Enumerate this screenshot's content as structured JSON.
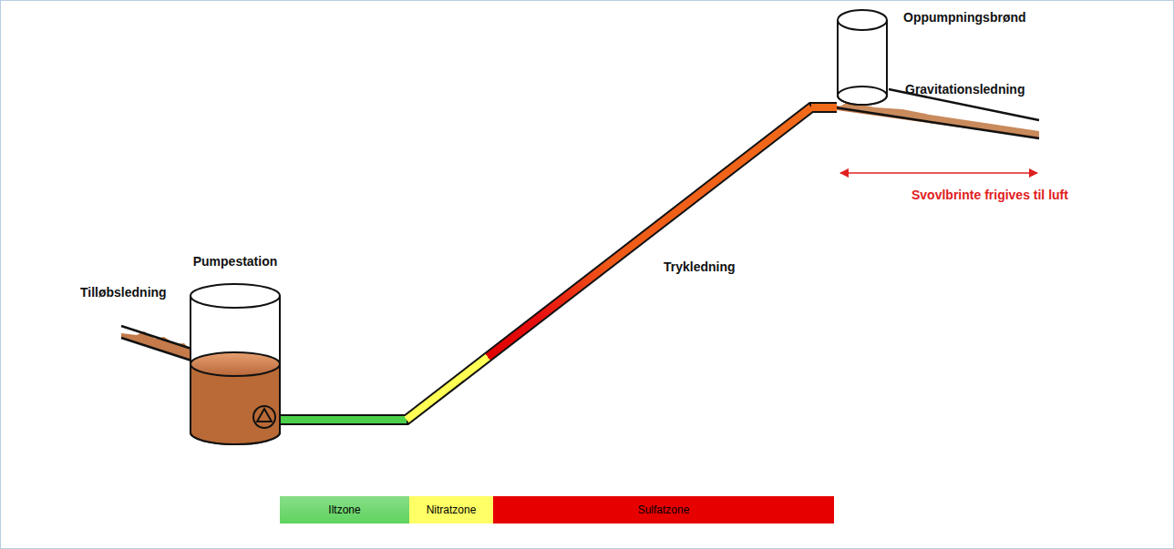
{
  "diagram": {
    "nodes": [
      {
        "text": [
          "Pumpestation"
        ]
      },
      {
        "text": [
          "Oppumpningsbrønd"
        ]
      }
    ],
    "edges": [
      {
        "from": 0,
        "to": 1,
        "arrow": "none",
        "label": "Trykledning"
      }
    ],
    "labels": [
      "Tilløbsledning",
      "Gravitationsledning",
      "Svovlbrinte frigives til luft"
    ],
    "legend": [
      {
        "text": "Iltzone",
        "color": "#5fd35f"
      },
      {
        "text": "Nitratzone",
        "color": "#ffff66"
      },
      {
        "text": "Sulfatzone",
        "color": "#e60000"
      }
    ]
  }
}
